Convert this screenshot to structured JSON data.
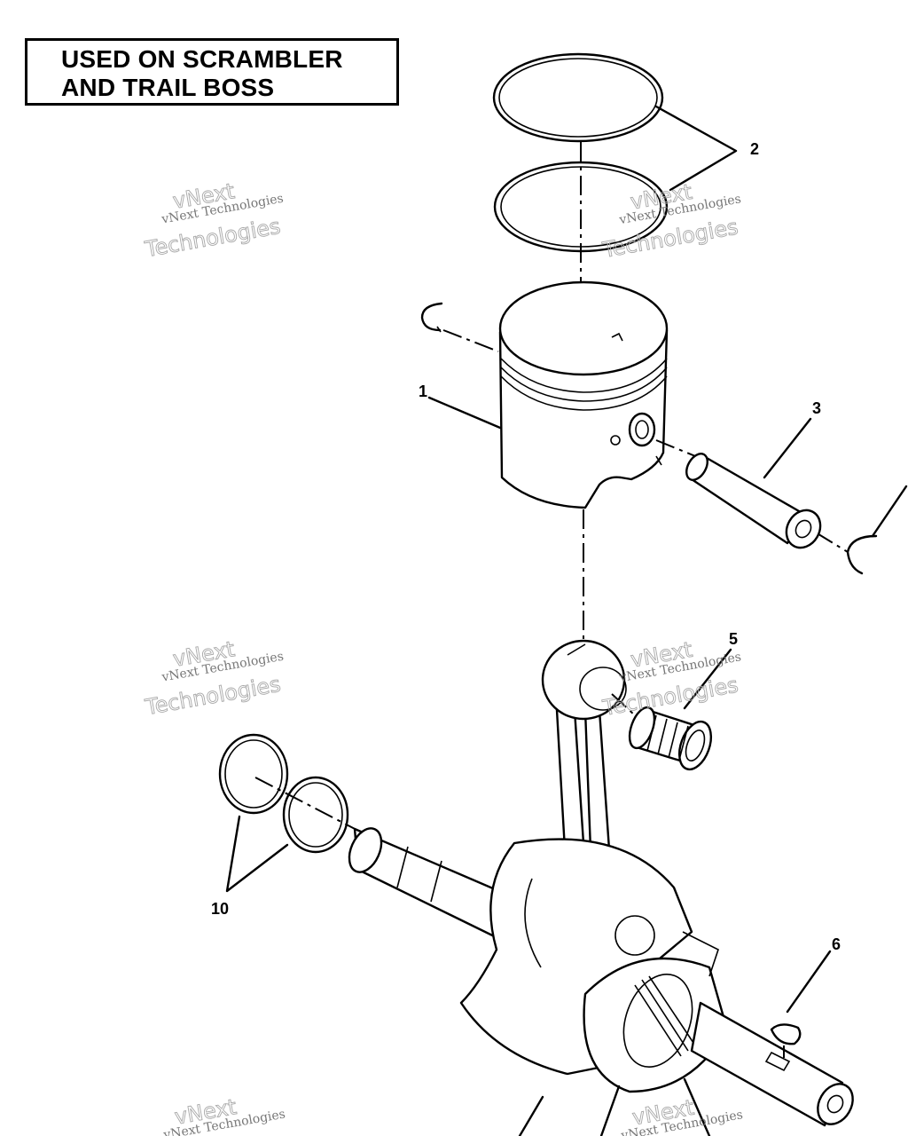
{
  "header": {
    "line1": "USED ON SCRAMBLER",
    "line2": "AND TRAIL BOSS"
  },
  "callouts": {
    "piston": "1",
    "rings": "2",
    "pin": "3",
    "bearing": "5",
    "key": "6",
    "shims": "10"
  },
  "watermark": {
    "small": "vNext Technologies",
    "big_top": "vNext",
    "big_bottom": "Technologies"
  }
}
